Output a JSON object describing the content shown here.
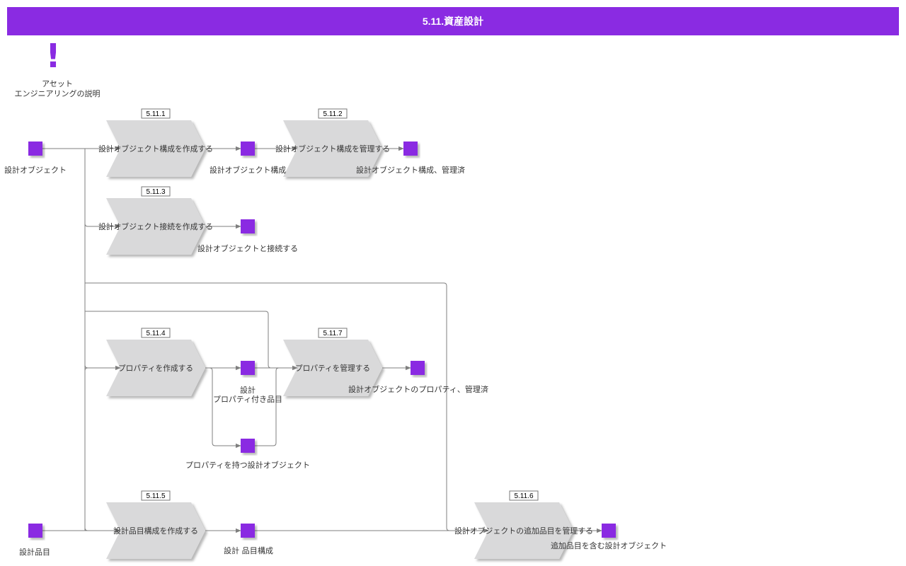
{
  "title": "5.11.資産設計",
  "info": {
    "icon": "exclamation-icon",
    "line1": "アセット",
    "line2": "エンジニアリングの説明"
  },
  "colors": {
    "header": "#8a2be2",
    "node": "#8a2be2",
    "process": "#d9d9da",
    "connector": "#7f7f7f"
  },
  "processes": {
    "p1": {
      "id": "5.11.1",
      "label": "設計オブジェクト構成を作成する"
    },
    "p2": {
      "id": "5.11.2",
      "label": "設計オブジェクト構成を管理する"
    },
    "p3": {
      "id": "5.11.3",
      "label": "設計オブジェクト接続を作成する"
    },
    "p4": {
      "id": "5.11.4",
      "label": "プロパティを作成する"
    },
    "p7": {
      "id": "5.11.7",
      "label": "プロパティを管理する"
    },
    "p5": {
      "id": "5.11.5",
      "label": "設計品目構成を作成する"
    },
    "p6": {
      "id": "5.11.6",
      "label": "設計オブジェクトの追加品目を管理する"
    }
  },
  "objects": {
    "design_object": "設計オブジェクト",
    "design_object_structure": "設計オブジェクト構成",
    "design_object_structure_managed": "設計オブジェクト構成、管理済",
    "connect_design_object": "設計オブジェクトと接続する",
    "design_item_with_props_1": "設計",
    "design_item_with_props_2": "プロパティ付き品目",
    "props_managed": "設計オブジェクトのプロパティ、管理済",
    "object_with_props": "プロパティを持つ設計オブジェクト",
    "design_item": "設計品目",
    "design_item_structure": "設計 品目構成",
    "object_with_additional_items": "追加品目を含む設計オブジェクト"
  }
}
